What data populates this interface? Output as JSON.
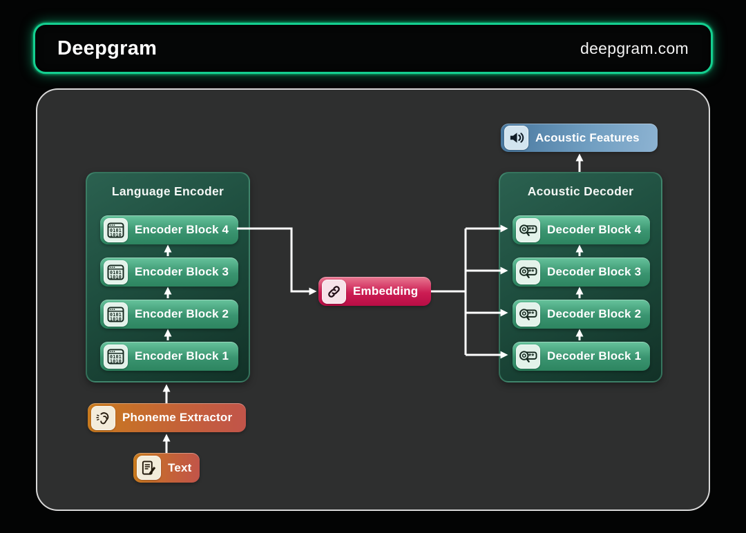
{
  "header": {
    "logo": "Deepgram",
    "site": "deepgram.com"
  },
  "diagram": {
    "encoder": {
      "title": "Language Encoder",
      "icon": "binary-window-icon",
      "blocks": [
        "Encoder Block 4",
        "Encoder Block 3",
        "Encoder Block 2",
        "Encoder Block 1"
      ]
    },
    "decoder": {
      "title": "Acoustic Decoder",
      "icon": "password-magnifier-icon",
      "blocks": [
        "Decoder Block 4",
        "Decoder Block 3",
        "Decoder Block 2",
        "Decoder Block 1"
      ]
    },
    "acoustic_features": {
      "label": "Acoustic Features",
      "icon": "speaker-icon"
    },
    "embedding": {
      "label": "Embedding",
      "icon": "chain-link-icon"
    },
    "phoneme_extractor": {
      "label": "Phoneme Extractor",
      "icon": "ear-icon"
    },
    "text_input": {
      "label": "Text",
      "icon": "document-edit-icon"
    }
  },
  "colors": {
    "brand_green": "#13ef95",
    "group_panel_green": "#1d4c3d",
    "block_green": "#3a9470",
    "acoustic_blue": "#6f9dc0",
    "embedding_crimson": "#c8154e",
    "extractor_orange": "#c9791f",
    "extractor_red": "#c2544a",
    "connector_white": "#ffffff"
  }
}
